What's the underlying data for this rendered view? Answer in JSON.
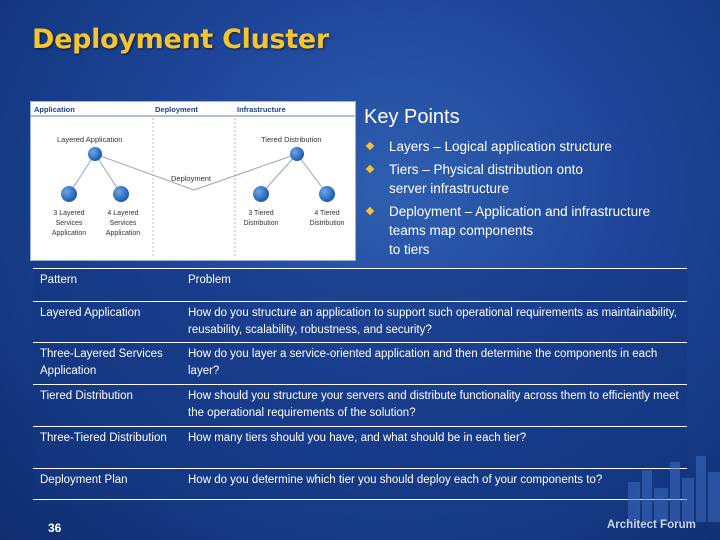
{
  "slide": {
    "title": "Deployment Cluster",
    "page_number": "36",
    "footer_brand": "Architect Forum"
  },
  "diagram": {
    "headers": {
      "left": "Application",
      "center": "Deployment",
      "right": "Infrastructure"
    },
    "labels": {
      "layered_application": "Layered Application",
      "tiered_distribution": "Tiered Distribution",
      "deployment": "Deployment",
      "three_layered_line1": "3 Layered",
      "three_layered_line2": "Services",
      "three_layered_line3": "Application",
      "four_layered_line1": "4 Layered",
      "four_layered_line2": "Services",
      "four_layered_line3": "Application",
      "three_tiered_line1": "3 Tiered",
      "three_tiered_line2": "Distribution",
      "four_tiered_line1": "4 Tiered",
      "four_tiered_line2": "Distribution"
    },
    "colors": {
      "node": "#2a6fc4",
      "line": "#9aa4b8",
      "header_text": "#1a3f8c"
    }
  },
  "key_points": {
    "title": "Key Points",
    "items": [
      {
        "line1": "Layers – Logical application structure"
      },
      {
        "line1": "Tiers – Physical distribution onto",
        "line2": "server infrastructure"
      },
      {
        "line1": "Deployment – Application and infrastructure",
        "line2": "teams map components",
        "line3": "to tiers"
      }
    ],
    "bullet_color": "#f4c531"
  },
  "table": {
    "header": {
      "pattern": "Pattern",
      "problem": "Problem"
    },
    "rows": [
      {
        "pattern": "Layered Application",
        "problem": "How do you structure an application to support such operational requirements as maintainability, reusability, scalability, robustness, and security?"
      },
      {
        "pattern": "Three-Layered Services Application",
        "problem": "How do you layer a service-oriented application and then determine the components in each layer?"
      },
      {
        "pattern": "Tiered Distribution",
        "problem": "How should you structure your servers and distribute functionality across them to efficiently meet the operational requirements of the solution?"
      },
      {
        "pattern": "Three-Tiered Distribution",
        "problem": "How many tiers should you have, and what should be in each tier?"
      },
      {
        "pattern": "Deployment Plan",
        "problem": "How do you determine which tier you should deploy each of your components to?"
      }
    ]
  }
}
